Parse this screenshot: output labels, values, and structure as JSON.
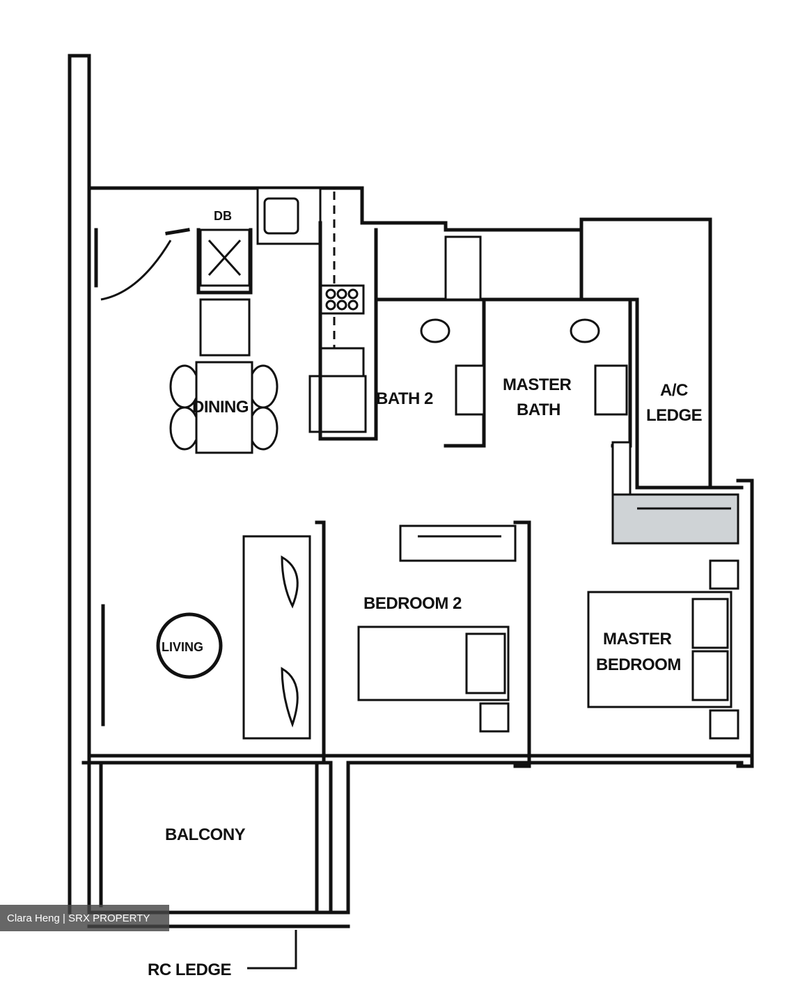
{
  "labels": {
    "db": "DB",
    "dining": "DINING",
    "bath2": "BATH 2",
    "master_bath_line1": "MASTER",
    "master_bath_line2": "BATH",
    "ac_ledge_line1": "A/C",
    "ac_ledge_line2": "LEDGE",
    "bedroom2": "BEDROOM 2",
    "living": "LIVING",
    "master_bedroom_line1": "MASTER",
    "master_bedroom_line2": "BEDROOM",
    "balcony": "BALCONY",
    "rc_ledge": "RC LEDGE"
  },
  "watermark": "Clara Heng | SRX PROPERTY"
}
